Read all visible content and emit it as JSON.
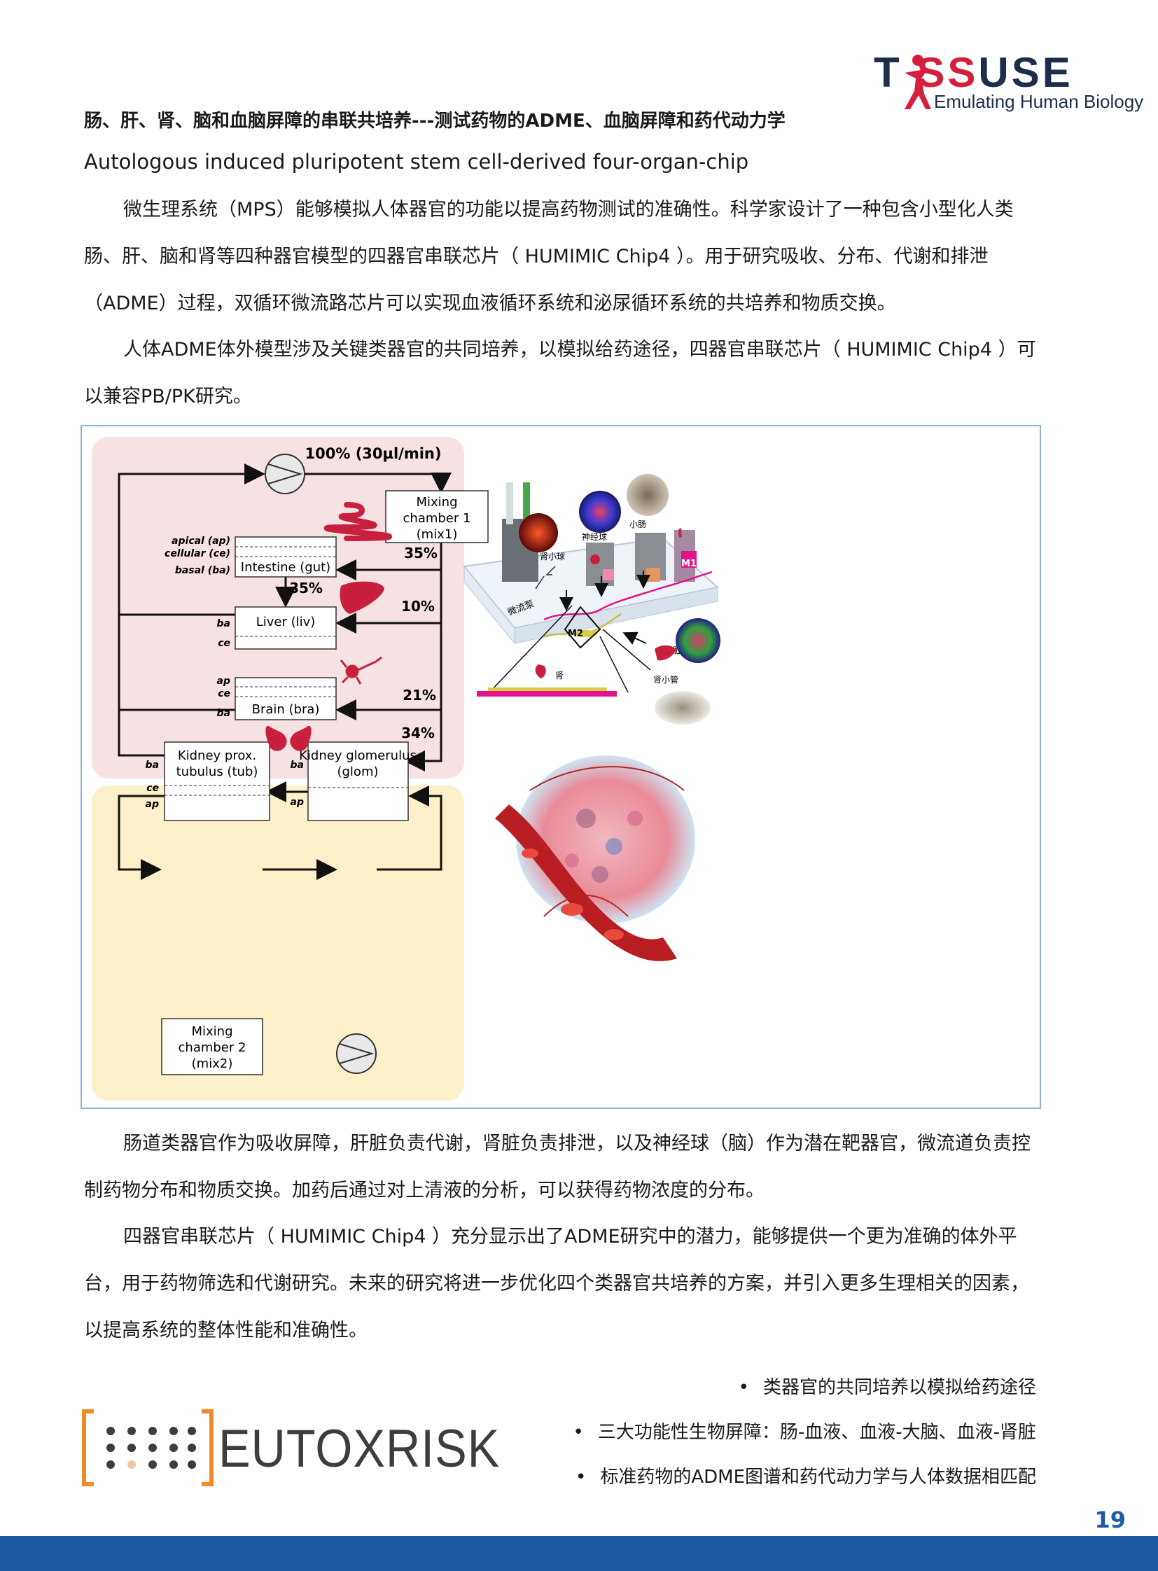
{
  "header": {
    "brand_logo": "TISSUSE",
    "brand_tagline": "Emulating Human Biology"
  },
  "article": {
    "heading": "肠、肝、肾、脑和血脑屏障的串联共培养---测试药物的ADME、血脑屏障和药代动力学",
    "subtitle": "Autologous induced pluripotent stem cell-derived four-organ-chip",
    "paragraph_1": "微生理系统（MPS）能够模拟人体器官的功能以提高药物测试的准确性。科学家设计了一种包含小型化人类肠、肝、脑和肾等四种器官模型的四器官串联芯片（ HUMIMIC Chip4 ）。用于研究吸收、分布、代谢和排泄（ADME）过程，双循环微流路芯片可以实现血液循环系统和泌尿循环系统的共培养和物质交换。",
    "paragraph_2": "人体ADME体外模型涉及关键类器官的共同培养，以模拟给药途径，四器官串联芯片（ HUMIMIC Chip4 ）可以兼容PB/PK研究。",
    "paragraph_3": "肠道类器官作为吸收屏障，肝脏负责代谢，肾脏负责排泄，以及神经球（脑）作为潜在靶器官，微流道负责控制药物分布和物质交换。加药后通过对上清液的分析，可以获得药物浓度的分布。",
    "paragraph_4": "四器官串联芯片（ HUMIMIC Chip4 ）充分显示出了ADME研究中的潜力，能够提供一个更为准确的体外平台，用于药物筛选和代谢研究。未来的研究将进一步优化四个类器官共培养的方案，并引入更多生理相关的因素，以提高系统的整体性能和准确性。"
  },
  "diagram": {
    "flow_rate": "100% (30µl/min)",
    "mix1_lines": [
      "Mixing",
      "chamber 1",
      "(mix1)"
    ],
    "mix2_lines": [
      "Mixing",
      "chamber 2",
      "(mix2)"
    ],
    "intestine_label": "Intestine (gut)",
    "liver_label": "Liver (liv)",
    "brain_label": "Brain (bra)",
    "tub_lines": [
      "Kidney prox.",
      "tubulus (tub)"
    ],
    "glom_lines": [
      "Kidney glomerulus",
      "(glom)"
    ],
    "layer_apical": "apical (ap)",
    "layer_cellular": "cellular (ce)",
    "layer_basal": "basal (ba)",
    "ap": "ap",
    "ce": "ce",
    "ba": "ba",
    "pct_gut": "35%",
    "pct_gut_liver": "35%",
    "pct_liver": "10%",
    "pct_brain": "21%",
    "pct_kidney": "34%",
    "chip_labels": {
      "pump": "微流泵",
      "glomerulus": "肾小球",
      "neurosphere": "神经球",
      "small_intestine": "小肠",
      "m1": "M1",
      "m2": "M2",
      "liver": "肝脏",
      "kidney": "肾",
      "tubule": "肾小管"
    },
    "colors": {
      "blood_loop": "#f6e1e3",
      "urine_loop": "#fbf0c8",
      "organ_red": "#c8203c"
    }
  },
  "bullets": [
    "类器官的共同培养以模拟给药途径",
    "三大功能性生物屏障：肠-血液、血液-大脑、血液-肾脏",
    "标准药物的ADME图谱和药代动力学与人体数据相匹配"
  ],
  "footer": {
    "eutox_logo": "EUTOXRISK",
    "page_number": "19"
  }
}
